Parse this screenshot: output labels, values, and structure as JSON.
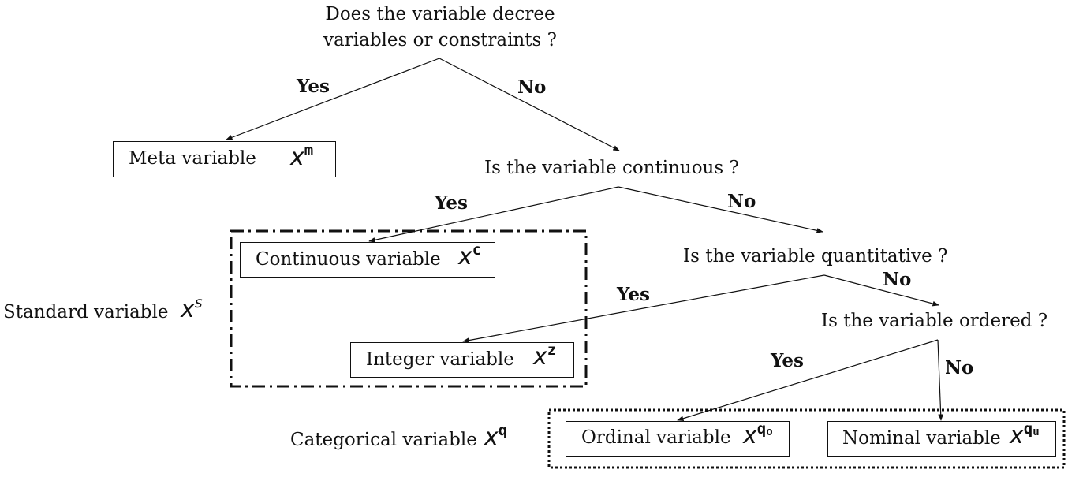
{
  "questions": {
    "q1_line1": "Does the variable decree",
    "q1_line2": "variables or constraints ?",
    "q2": "Is the variable continuous ?",
    "q3": "Is the variable quantitative ?",
    "q4": "Is the variable ordered ?"
  },
  "answers": {
    "yes": "Yes",
    "no": "No"
  },
  "nodes": {
    "meta": {
      "label": "Meta variable",
      "sym_base": "x",
      "sym_sup": "m"
    },
    "continuous": {
      "label": "Continuous variable",
      "sym_base": "x",
      "sym_sup": "c"
    },
    "integer": {
      "label": "Integer variable",
      "sym_base": "x",
      "sym_sup": "z"
    },
    "ordinal": {
      "label": "Ordinal variable",
      "sym_base": "x",
      "sym_sup": "q",
      "sym_sub": "o"
    },
    "nominal": {
      "label": "Nominal variable",
      "sym_base": "x",
      "sym_sup": "q",
      "sym_sub": "u"
    }
  },
  "groups": {
    "standard": {
      "label": "Standard variable",
      "sym_base": "x",
      "sym_sup": "s"
    },
    "categorical": {
      "label": "Categorical variable",
      "sym_base": "x",
      "sym_sup": "q"
    }
  }
}
